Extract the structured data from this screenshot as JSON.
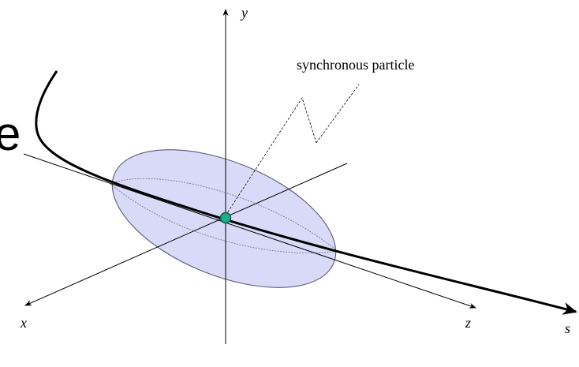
{
  "labels": {
    "y_axis": "y",
    "x_axis": "x",
    "z_axis": "z",
    "s_axis": "s",
    "annotation": "synchronous particle",
    "cut_off_glyph": "e"
  },
  "colors": {
    "bunch_fill": "#d9daf7",
    "bunch_stroke": "#5a5a78",
    "particle_fill": "#1fae8a",
    "particle_stroke": "#0b5a48",
    "lines": "#000000"
  }
}
